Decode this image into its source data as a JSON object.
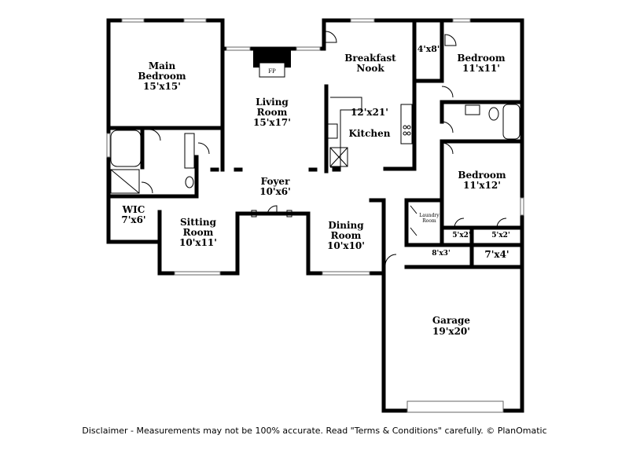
{
  "rooms": {
    "main_bedroom": {
      "name_line1": "Main",
      "name_line2": "Bedroom",
      "dims": "15'x15'"
    },
    "living_room": {
      "name_line1": "Living",
      "name_line2": "Room",
      "dims": "15'x17'"
    },
    "fireplace": {
      "label": "FP"
    },
    "breakfast_nook": {
      "name_line1": "Breakfast",
      "name_line2": "Nook"
    },
    "kitchen": {
      "name": "Kitchen",
      "dims": "12'x21'"
    },
    "closet_4x8": {
      "dims": "4'x8'"
    },
    "bedroom_2": {
      "name": "Bedroom",
      "dims": "11'x11'"
    },
    "bedroom_3": {
      "name": "Bedroom",
      "dims": "11'x12'"
    },
    "foyer": {
      "name": "Foyer",
      "dims": "10'x6'"
    },
    "wic": {
      "name": "WIC",
      "dims": "7'x6'"
    },
    "sitting_room": {
      "name_line1": "Sitting",
      "name_line2": "Room",
      "dims": "10'x11'"
    },
    "dining_room": {
      "name_line1": "Dining",
      "name_line2": "Room",
      "dims": "10'x10'"
    },
    "laundry_room": {
      "name_line1": "Laundry",
      "name_line2": "Room"
    },
    "closet_5x2_a": {
      "dims": "5'x2'"
    },
    "closet_5x2_b": {
      "dims": "5'x2'"
    },
    "closet_8x3": {
      "dims": "8'x3'"
    },
    "closet_7x4": {
      "dims": "7'x4'"
    },
    "garage": {
      "name": "Garage",
      "dims": "19'x20'"
    }
  },
  "disclaimer": "Disclaimer - Measurements may not be 100% accurate. Read \"Terms & Conditions\" carefully. © PlanOmatic"
}
